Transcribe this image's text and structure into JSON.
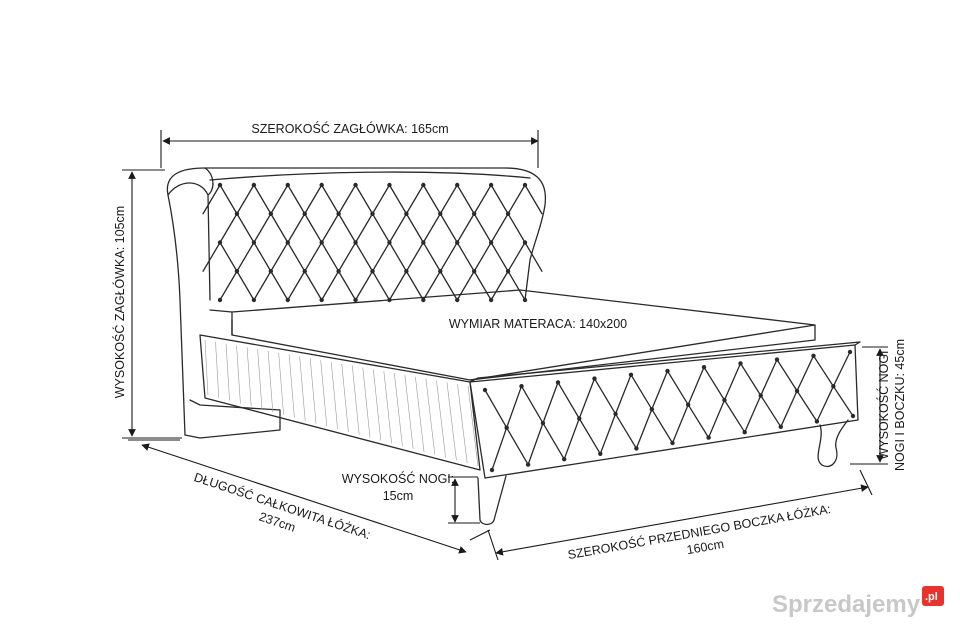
{
  "labels": {
    "headboard_width": "SZEROKOŚĆ ZAGŁÓWKA: 165cm",
    "headboard_height": "WYSOKOŚĆ ZAGŁÓWKA: 105cm",
    "mattress_size": "WYMIAR MATERACA: 140x200",
    "leg_height_line1": "WYSOKOŚĆ NOGI:",
    "leg_height_line2": "15cm",
    "total_length_line1": "DŁUGOŚĆ CAŁKOWITA ŁÓŻKA:",
    "total_length_line2": "237cm",
    "front_width_line1": "SZEROKOŚĆ PRZEDNIEGO BOCZKA ŁÓŻKA:",
    "front_width_line2": "160cm",
    "side_height_line1": "WYSOKOŚĆ NOGI",
    "side_height_line2": "NOGI I BOCZKU: 45cm"
  },
  "watermark": {
    "text": "Sprzedajemy",
    "badge": ".pl"
  },
  "colors": {
    "ink": "#2a2a2a",
    "badge": "#e8322d",
    "watermark": "#c8c8c8"
  }
}
